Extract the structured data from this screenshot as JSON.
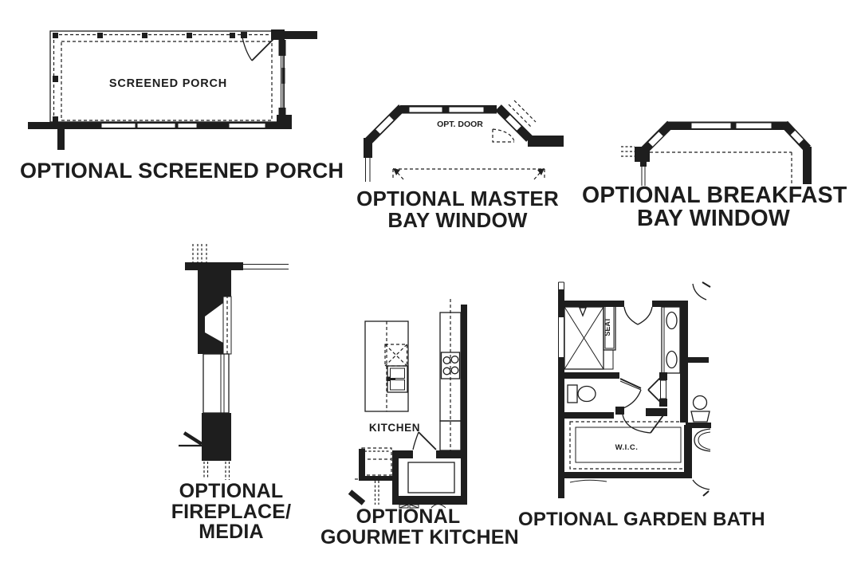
{
  "colors": {
    "background": "#ffffff",
    "ink": "#1e1e1e"
  },
  "panels": {
    "screened_porch": {
      "caption": "OPTIONAL SCREENED PORCH",
      "room_label": "SCREENED PORCH"
    },
    "master_bay": {
      "caption_lines": [
        "OPTIONAL MASTER",
        "BAY WINDOW"
      ],
      "door_label": "OPT. DOOR"
    },
    "breakfast_bay": {
      "caption_lines": [
        "OPTIONAL BREAKFAST",
        "BAY WINDOW"
      ]
    },
    "fireplace": {
      "caption_lines": [
        "OPTIONAL",
        "FIREPLACE/",
        "MEDIA"
      ]
    },
    "gourmet_kitchen": {
      "caption_lines": [
        "OPTIONAL",
        "GOURMET KITCHEN"
      ],
      "room_label": "KITCHEN"
    },
    "garden_bath": {
      "caption": "OPTIONAL GARDEN BATH",
      "closet_label": "W.I.C.",
      "seat_label": "SEAT"
    }
  }
}
